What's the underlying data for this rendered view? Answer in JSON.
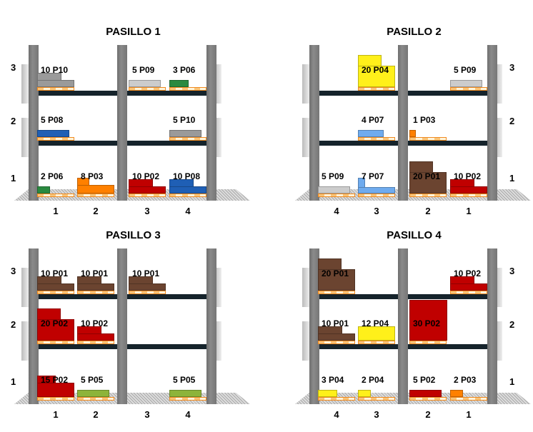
{
  "colors": {
    "P01": "#6b4430",
    "P02": "#c00000",
    "P03": "#ff8000",
    "P04": "#fff01a",
    "P05": "#8db43a",
    "P06": "#2a8a40",
    "P07": "#6fabee",
    "P08": "#1f5fb5",
    "P09": "#cccccc",
    "P10": "#9a9a9a",
    "beam": "#15232b",
    "upright": "#7a7a7a"
  },
  "aisles": [
    {
      "title": "PASILLO 1",
      "slot_order": [
        "1",
        "2",
        "3",
        "4"
      ],
      "level_labels": [
        "1",
        "2",
        "3"
      ],
      "level_label_side": "left",
      "items": [
        {
          "level": 3,
          "slot": "1",
          "qty": 10,
          "product": "P10",
          "label": "10 P10"
        },
        {
          "level": 3,
          "slot": "3",
          "qty": 5,
          "product": "P09",
          "label": "5 P09"
        },
        {
          "level": 3,
          "slot": "4",
          "qty": 3,
          "product": "P06",
          "label": "3 P06"
        },
        {
          "level": 2,
          "slot": "1",
          "qty": 5,
          "product": "P08",
          "label": "5 P08"
        },
        {
          "level": 2,
          "slot": "4",
          "qty": 5,
          "product": "P10",
          "label": "5 P10"
        },
        {
          "level": 1,
          "slot": "1",
          "qty": 2,
          "product": "P06",
          "label": "2 P06"
        },
        {
          "level": 1,
          "slot": "2",
          "qty": 8,
          "product": "P03",
          "label": "8 P03"
        },
        {
          "level": 1,
          "slot": "3",
          "qty": 10,
          "product": "P02",
          "label": "10 P02"
        },
        {
          "level": 1,
          "slot": "4",
          "qty": 10,
          "product": "P08",
          "label": "10 P08"
        }
      ]
    },
    {
      "title": "PASILLO 2",
      "slot_order": [
        "4",
        "3",
        "2",
        "1"
      ],
      "level_labels": [
        "1",
        "2",
        "3"
      ],
      "level_label_side": "right",
      "items": [
        {
          "level": 3,
          "slot": "3",
          "qty": 20,
          "product": "P04",
          "label": "20 P04"
        },
        {
          "level": 3,
          "slot": "1",
          "qty": 5,
          "product": "P09",
          "label": "5 P09"
        },
        {
          "level": 2,
          "slot": "3",
          "qty": 4,
          "product": "P07",
          "label": "4 P07"
        },
        {
          "level": 2,
          "slot": "2",
          "qty": 1,
          "product": "P03",
          "label": "1 P03"
        },
        {
          "level": 1,
          "slot": "4",
          "qty": 5,
          "product": "P09",
          "label": "5 P09"
        },
        {
          "level": 1,
          "slot": "3",
          "qty": 7,
          "product": "P07",
          "label": "7 P07"
        },
        {
          "level": 1,
          "slot": "2",
          "qty": 20,
          "product": "P01",
          "label": "20 P01"
        },
        {
          "level": 1,
          "slot": "1",
          "qty": 10,
          "product": "P02",
          "label": "10 P02"
        }
      ]
    },
    {
      "title": "PASILLO 3",
      "slot_order": [
        "1",
        "2",
        "3",
        "4"
      ],
      "level_labels": [
        "1",
        "2",
        "3"
      ],
      "level_label_side": "left",
      "items": [
        {
          "level": 3,
          "slot": "1",
          "qty": 10,
          "product": "P01",
          "label": "10 P01"
        },
        {
          "level": 3,
          "slot": "2",
          "qty": 10,
          "product": "P01",
          "label": "10 P01"
        },
        {
          "level": 3,
          "slot": "3",
          "qty": 10,
          "product": "P01",
          "label": "10 P01"
        },
        {
          "level": 2,
          "slot": "1",
          "qty": 20,
          "product": "P02",
          "label": "20 P02"
        },
        {
          "level": 2,
          "slot": "2",
          "qty": 10,
          "product": "P02",
          "label": "10 P02"
        },
        {
          "level": 1,
          "slot": "1",
          "qty": 15,
          "product": "P02",
          "label": "15 P02"
        },
        {
          "level": 1,
          "slot": "2",
          "qty": 5,
          "product": "P05",
          "label": "5 P05"
        },
        {
          "level": 1,
          "slot": "4",
          "qty": 5,
          "product": "P05",
          "label": "5 P05"
        }
      ]
    },
    {
      "title": "PASILLO 4",
      "slot_order": [
        "4",
        "3",
        "2",
        "1"
      ],
      "level_labels": [
        "1",
        "2",
        "3"
      ],
      "level_label_side": "right",
      "items": [
        {
          "level": 3,
          "slot": "4",
          "qty": 20,
          "product": "P01",
          "label": "20 P01"
        },
        {
          "level": 3,
          "slot": "1",
          "qty": 10,
          "product": "P02",
          "label": "10 P02"
        },
        {
          "level": 2,
          "slot": "4",
          "qty": 10,
          "product": "P01",
          "label": "10 P01"
        },
        {
          "level": 2,
          "slot": "3",
          "qty": 12,
          "product": "P04",
          "label": "12 P04"
        },
        {
          "level": 2,
          "slot": "2",
          "qty": 30,
          "product": "P02",
          "label": "30 P02"
        },
        {
          "level": 1,
          "slot": "4",
          "qty": 3,
          "product": "P04",
          "label": "3 P04"
        },
        {
          "level": 1,
          "slot": "3",
          "qty": 2,
          "product": "P04",
          "label": "2 P04"
        },
        {
          "level": 1,
          "slot": "2",
          "qty": 5,
          "product": "P02",
          "label": "5 P02"
        },
        {
          "level": 1,
          "slot": "1",
          "qty": 2,
          "product": "P03",
          "label": "2 P03"
        }
      ]
    }
  ]
}
